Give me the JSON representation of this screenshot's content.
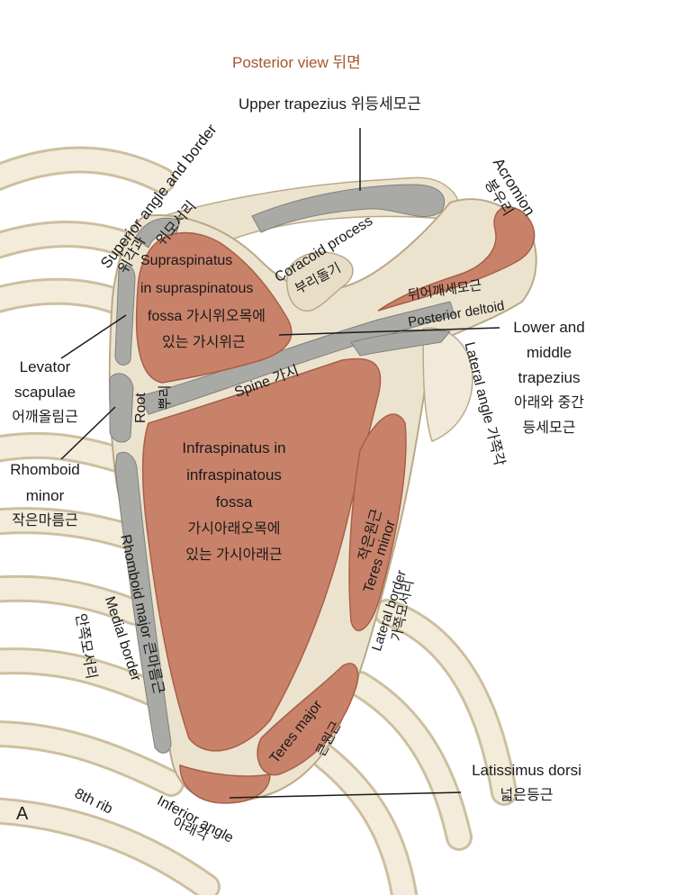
{
  "title": "Posterior view 뒤면",
  "panel_letter": "A",
  "colors": {
    "muscle": "#c9826a",
    "muscle_dark": "#a85f47",
    "bone": "#ece3cf",
    "bone_edge": "#c9b99a",
    "attachment_gray": "#a9a9a6",
    "title": "#a9542c"
  },
  "labels": {
    "upper_trapezius": "Upper trapezius 위등세모근",
    "acromion_en": "Acromion",
    "acromion_ko": "봉우리",
    "superior_angle_en": "Superior angle and border",
    "superior_angle_ko": "위모서리",
    "superior_angle_ko2": "위각과",
    "coracoid_en": "Coracoid process",
    "coracoid_ko": "부리돌기",
    "supraspinatus_1": "Supraspinatus",
    "supraspinatus_2": "in supraspinatous",
    "supraspinatus_3": "fossa 가시위오목에",
    "supraspinatus_4": "있는 가시위근",
    "posterior_deltoid_ko": "뒤어깨세모근",
    "posterior_deltoid_en": "Posterior deltoid",
    "lower_trap_1": "Lower and",
    "lower_trap_2": "middle",
    "lower_trap_3": "trapezius",
    "lower_trap_4": "아래와 중간",
    "lower_trap_5": "등세모근",
    "levator_1": "Levator",
    "levator_2": "scapulae",
    "levator_3": "어깨올림근",
    "spine": "Spine 가시",
    "root_en": "Root",
    "root_ko": "뿌리",
    "lateral_angle": "Lateral angle 가쪽각",
    "rhomboid_minor_1": "Rhomboid",
    "rhomboid_minor_2": "minor",
    "rhomboid_minor_3": "작은마름근",
    "infraspinatus_1": "Infraspinatus in",
    "infraspinatus_2": "infraspinatous",
    "infraspinatus_3": "fossa",
    "infraspinatus_4": "가시아래오목에",
    "infraspinatus_5": "있는 가시아래근",
    "teres_minor_ko": "작은원근",
    "teres_minor_en": "Teres minor",
    "rhomboid_major": "Rhomboid major 큰마름근",
    "medial_border_en": "Medial border",
    "medial_border_ko": "안쪽모서리",
    "lateral_border_en": "Lateral border",
    "lateral_border_ko": "가쪽모서리",
    "teres_major_en": "Teres major",
    "teres_major_ko": "큰원근",
    "latissimus_1": "Latissimus dorsi",
    "latissimus_2": "넓은등근",
    "eighth_rib": "8th rib",
    "inferior_angle_en": "Inferior angle",
    "inferior_angle_ko": "아래각"
  }
}
